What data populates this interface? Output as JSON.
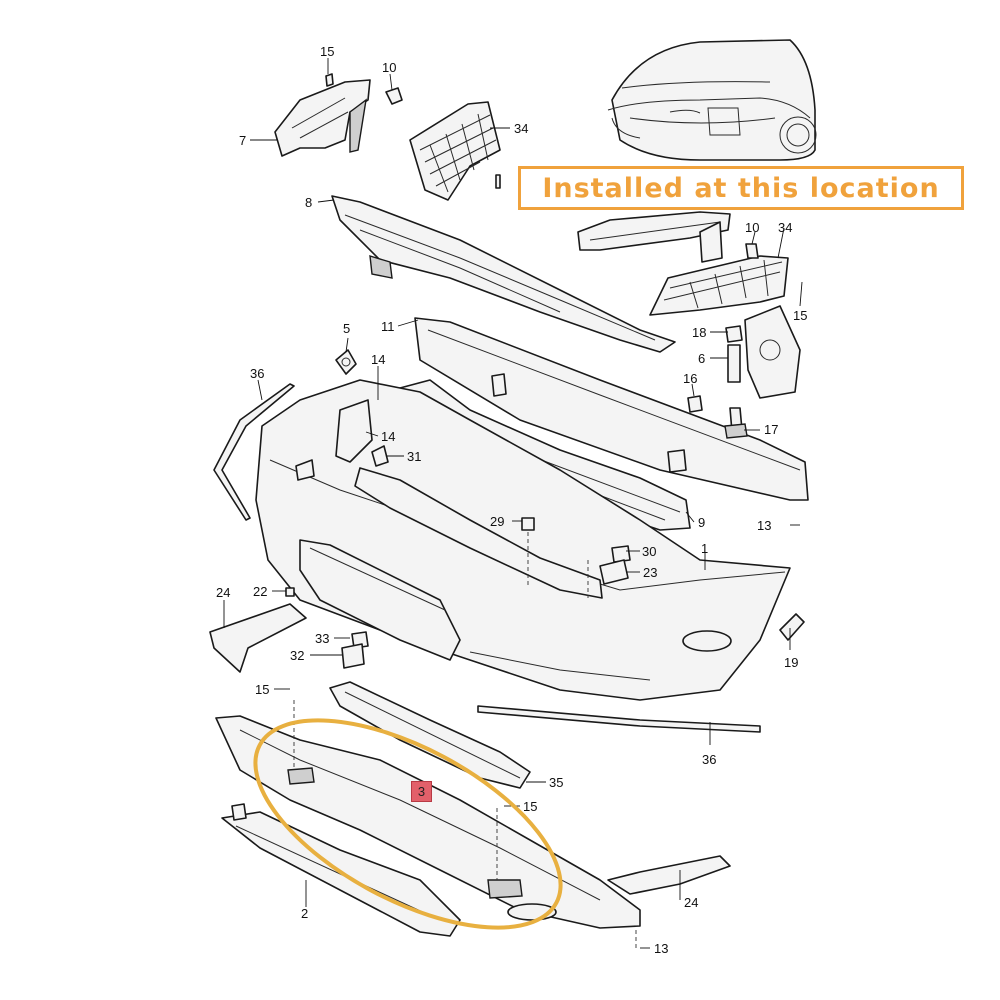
{
  "banner": {
    "text": "Installed at this location"
  },
  "highlight": {
    "part_number": "3",
    "ring_color": "#e8b040",
    "banner_color": "#f0a23c",
    "tag_color": "#e2606a"
  },
  "callouts": {
    "c15a": "15",
    "c10a": "10",
    "c7": "7",
    "c34a": "34",
    "c8": "8",
    "c10b": "10",
    "c34b": "34",
    "c15b": "15",
    "c5": "5",
    "c11": "11",
    "c18": "18",
    "c6": "6",
    "c14a": "14",
    "c36a": "36",
    "c14b": "14",
    "c16": "16",
    "c17": "17",
    "c31": "31",
    "c29": "29",
    "c9": "9",
    "c13a": "13",
    "c30": "30",
    "c1": "1",
    "c23": "23",
    "c22": "22",
    "c24a": "24",
    "c33": "33",
    "c32": "32",
    "c19": "19",
    "c15c": "15",
    "c36b": "36",
    "c35": "35",
    "c15d": "15",
    "c24b": "24",
    "c2": "2",
    "c13b": "13"
  }
}
